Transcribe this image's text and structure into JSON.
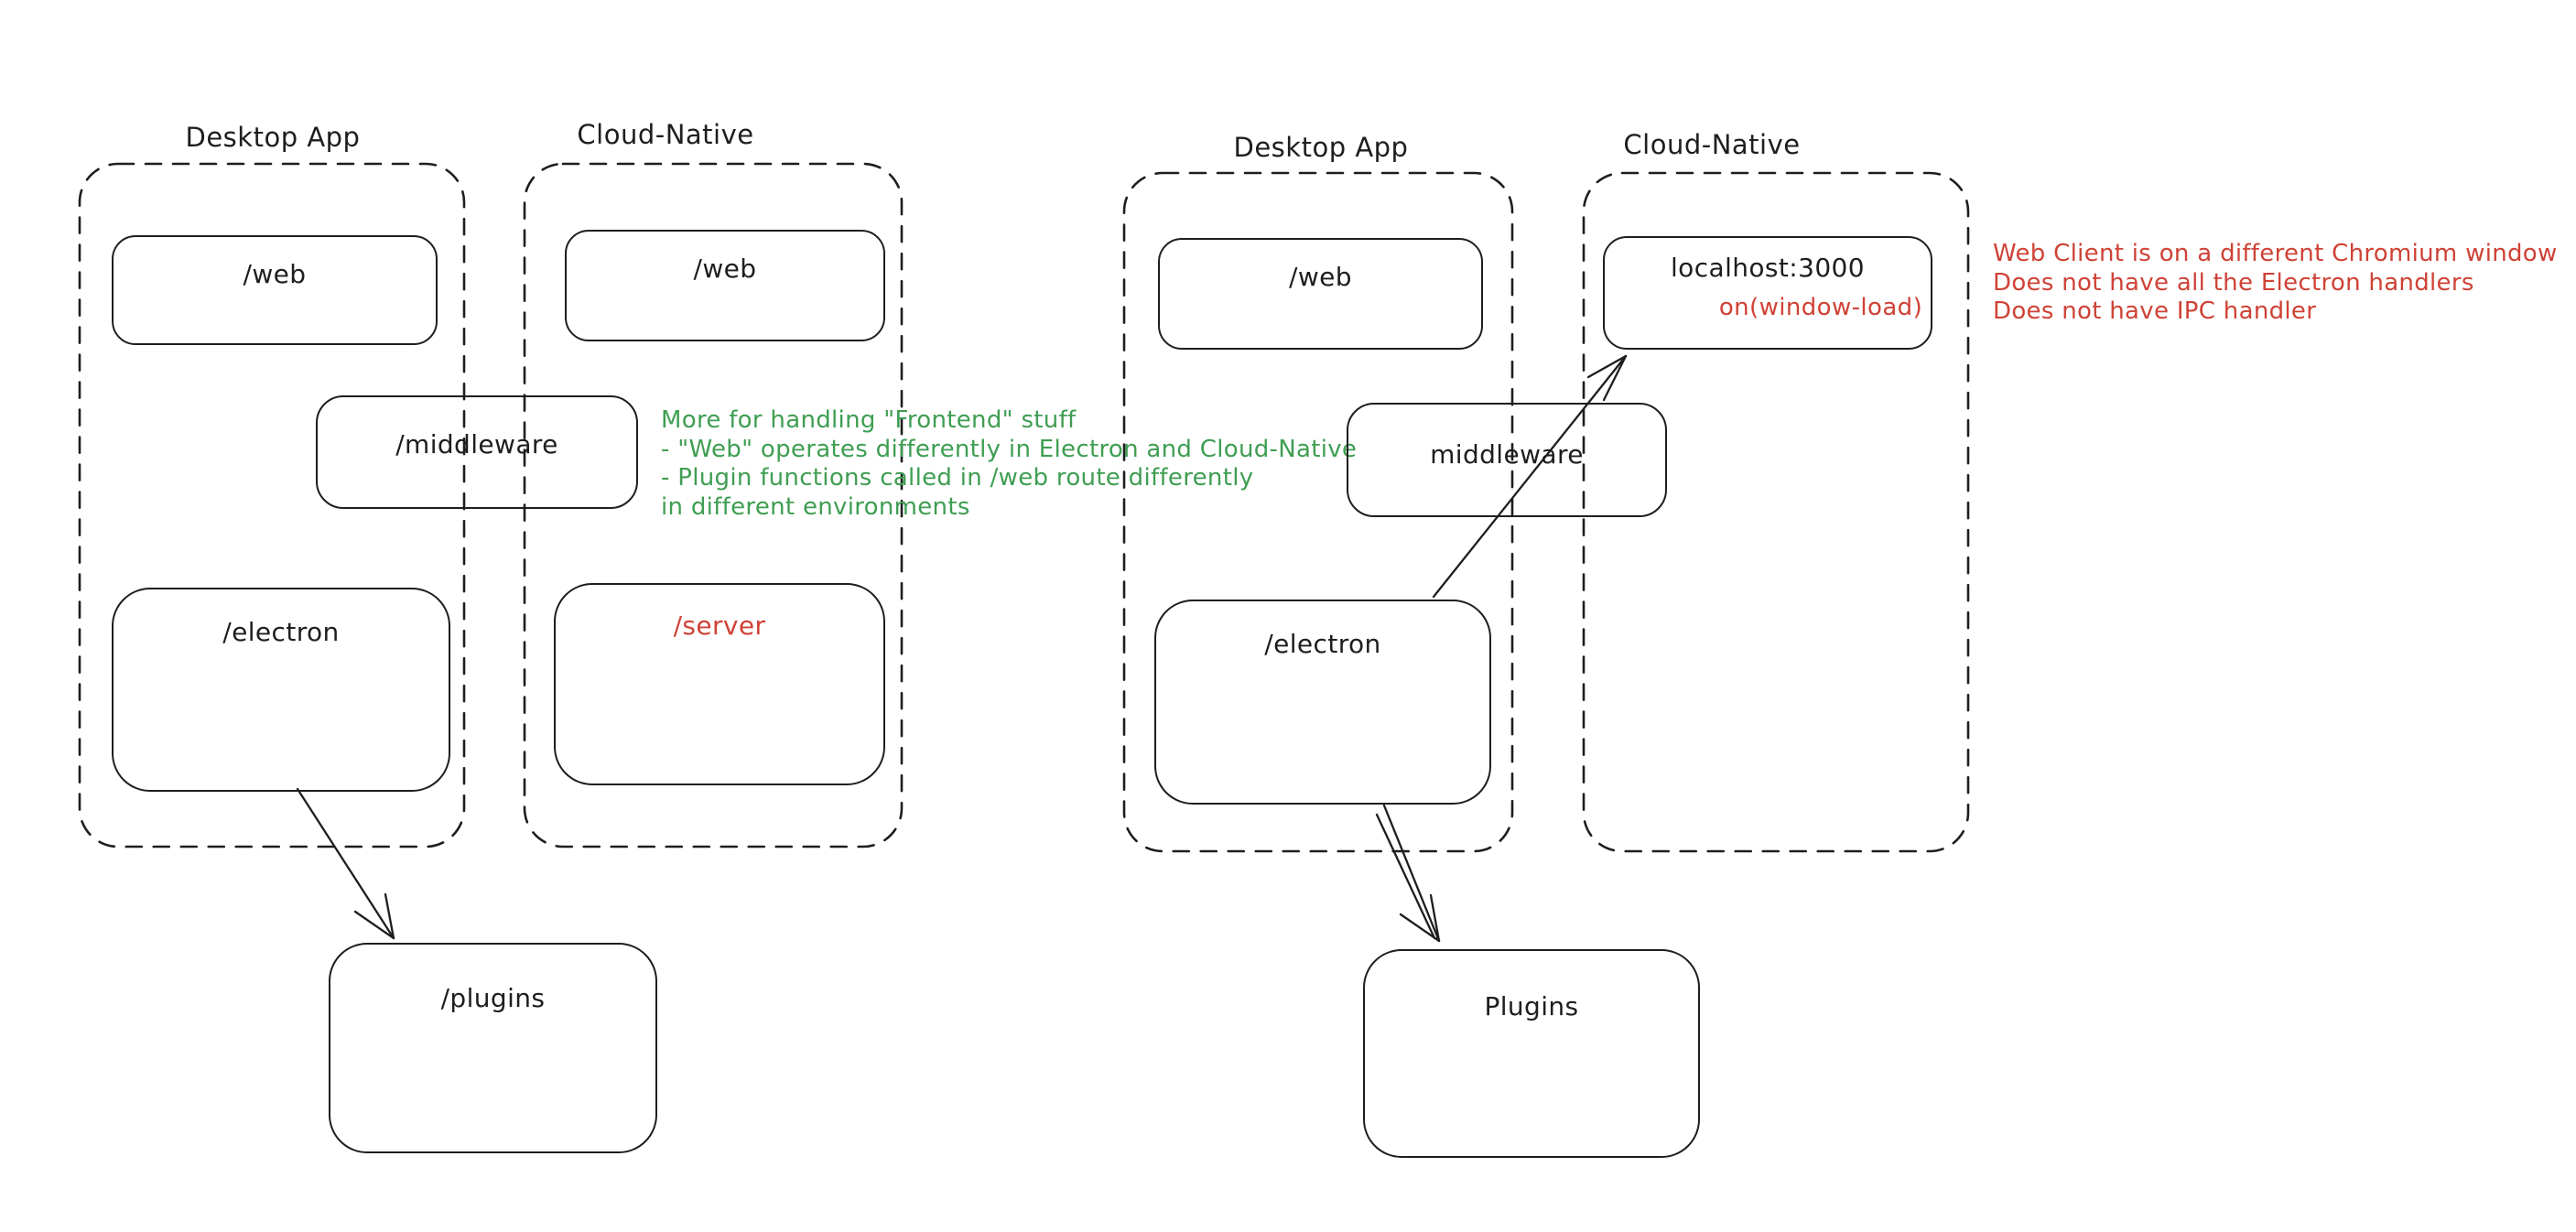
{
  "colors": {
    "ink": "#1e1e1e",
    "green_annotation": "#3f9e52",
    "red_annotation": "#cf4236"
  },
  "diagram_left": {
    "desktop_title": "Desktop App",
    "cloud_title": "Cloud-Native",
    "desktop_web_box": "/web",
    "cloud_web_box": "/web",
    "middleware_box": "/middleware",
    "electron_box": "/electron",
    "server_box": "/server",
    "plugins_box": "/plugins",
    "green_note": {
      "line1": "More for handling \"Frontend\" stuff",
      "line2": "- \"Web\" operates differently in Electron and Cloud-Native",
      "line3": "- Plugin functions called in /web route differently",
      "line4": "in different environments"
    }
  },
  "diagram_right": {
    "desktop_title": "Desktop App",
    "cloud_title": "Cloud-Native",
    "desktop_web_box": "/web",
    "localhost_box": "localhost:3000",
    "localhost_sub": "on(window-load)",
    "middleware_box": "middleware",
    "electron_box": "/electron",
    "plugins_box": "Plugins",
    "red_note": {
      "line1": "Web Client is on a different Chromium window",
      "line2": "Does not have all the Electron handlers",
      "line3": "Does not have IPC handler"
    }
  }
}
